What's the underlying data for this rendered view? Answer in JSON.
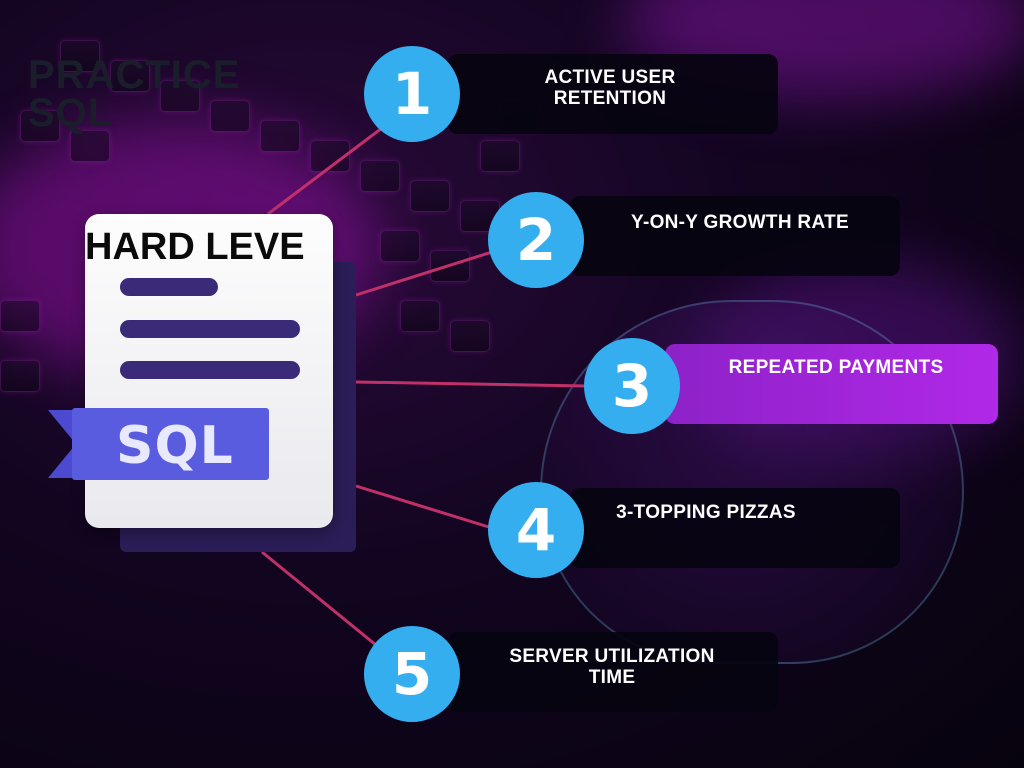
{
  "watermark": {
    "line1": "PRACTICE",
    "line2": "SQL"
  },
  "card": {
    "title": "HARD LEVE",
    "badge": "SQL"
  },
  "items": [
    {
      "number": "1",
      "label_line1": "ACTIVE USER",
      "label_line2": "RETENTION"
    },
    {
      "number": "2",
      "label_line1": "Y-ON-Y GROWTH RATE",
      "label_line2": ""
    },
    {
      "number": "3",
      "label_line1": "REPEATED PAYMENTS",
      "label_line2": ""
    },
    {
      "number": "4",
      "label_line1": "3-TOPPING PIZZAS",
      "label_line2": ""
    },
    {
      "number": "5",
      "label_line1": "SERVER UTILIZATION",
      "label_line2": "TIME"
    }
  ],
  "colors": {
    "circle": "#35aef0",
    "connector": "#c2306a",
    "highlight": "#a426dc",
    "badge": "#5a5cdf"
  }
}
